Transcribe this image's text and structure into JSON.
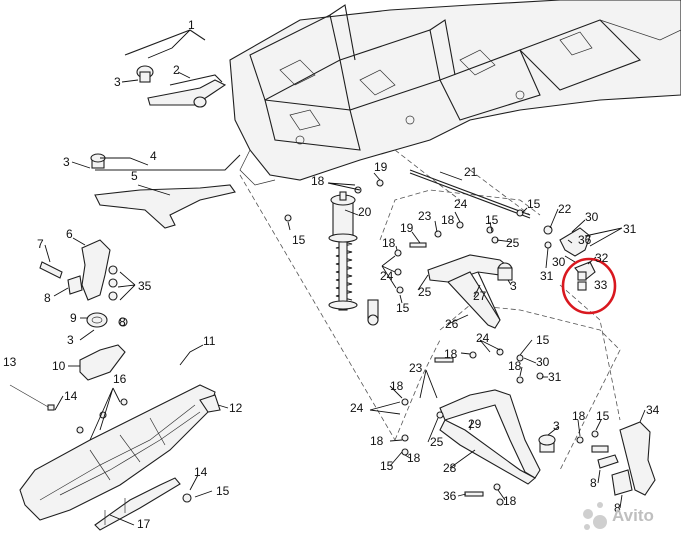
{
  "diagram": {
    "callouts": [
      "1",
      "2",
      "3",
      "4",
      "5",
      "6",
      "7",
      "8",
      "9",
      "10",
      "11",
      "12",
      "13",
      "14",
      "15",
      "16",
      "17",
      "18",
      "19",
      "20",
      "21",
      "22",
      "23",
      "24",
      "25",
      "26",
      "27",
      "28",
      "29",
      "30",
      "31",
      "32",
      "33",
      "34",
      "35",
      "36"
    ],
    "highlighted_part": "33"
  },
  "watermark": {
    "text": "Avito"
  }
}
